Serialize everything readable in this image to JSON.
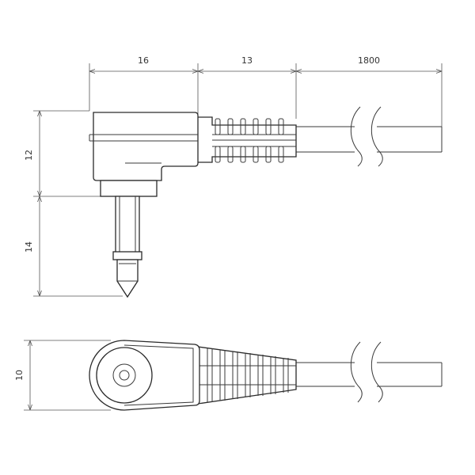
{
  "dimensions": {
    "top_horizontal": [
      "16",
      "13",
      "1800"
    ],
    "left_vertical": [
      "12",
      "14"
    ],
    "bottom_left": "10"
  },
  "colors": {
    "line": "#3a3a3a",
    "background": "#ffffff"
  }
}
